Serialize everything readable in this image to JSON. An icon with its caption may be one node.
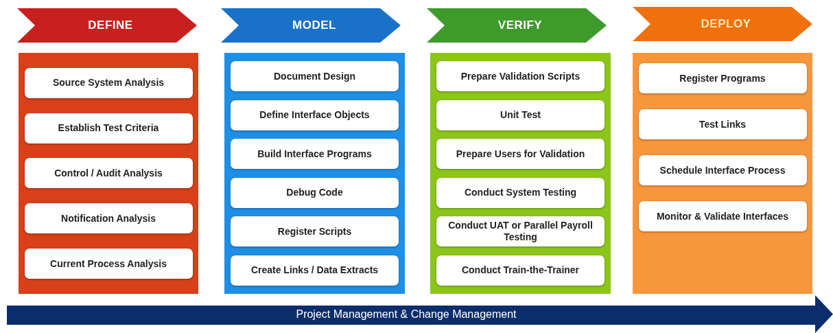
{
  "diagram": {
    "nodes": [
      {
        "text": [
          "DEFINE"
        ]
      },
      {
        "text": [],
        "shape": "box"
      },
      {
        "text": [
          "Source System Analysis"
        ],
        "in": 1
      },
      {
        "text": [
          "Establish Test Criteria"
        ],
        "in": 1
      },
      {
        "text": [
          "Control / Audit Analysis"
        ],
        "in": 1
      },
      {
        "text": [
          "Notification Analysis"
        ],
        "in": 1
      },
      {
        "text": [
          "Current Process Analysis"
        ],
        "in": 1
      },
      {
        "text": [
          "MODEL"
        ]
      },
      {
        "text": [],
        "shape": "box"
      },
      {
        "text": [
          "Document Design"
        ],
        "in": 8
      },
      {
        "text": [
          "Define Interface Objects"
        ],
        "in": 8
      },
      {
        "text": [
          "Build Interface Programs"
        ],
        "in": 8
      },
      {
        "text": [
          "Debug Code"
        ],
        "in": 8
      },
      {
        "text": [
          "Register Scripts"
        ],
        "in": 8
      },
      {
        "text": [
          "Create Links / Data Extracts"
        ],
        "in": 8
      },
      {
        "text": [
          "VERIFY"
        ]
      },
      {
        "text": [],
        "shape": "box"
      },
      {
        "text": [
          "Prepare Validation Scripts"
        ],
        "in": 16
      },
      {
        "text": [
          "Unit Test"
        ],
        "in": 16
      },
      {
        "text": [
          "Prepare Users for Validation"
        ],
        "in": 16
      },
      {
        "text": [
          "Conduct System Testing"
        ],
        "in": 16
      },
      {
        "text": [
          "Conduct UAT or Parallel Payroll Testing"
        ],
        "in": 16
      },
      {
        "text": [
          "Conduct Train-the-Trainer"
        ],
        "in": 16
      },
      {
        "text": [
          "DEPLOY"
        ]
      },
      {
        "text": [],
        "shape": "box"
      },
      {
        "text": [
          "Register Programs"
        ],
        "in": 24
      },
      {
        "text": [
          "Test Links"
        ],
        "in": 24
      },
      {
        "text": [
          "Schedule Interface Process"
        ],
        "in": 24
      },
      {
        "text": [
          "Monitor & Validate Interfaces"
        ],
        "in": 24
      },
      {
        "text": [
          "Project Management & Change Management"
        ]
      }
    ]
  }
}
